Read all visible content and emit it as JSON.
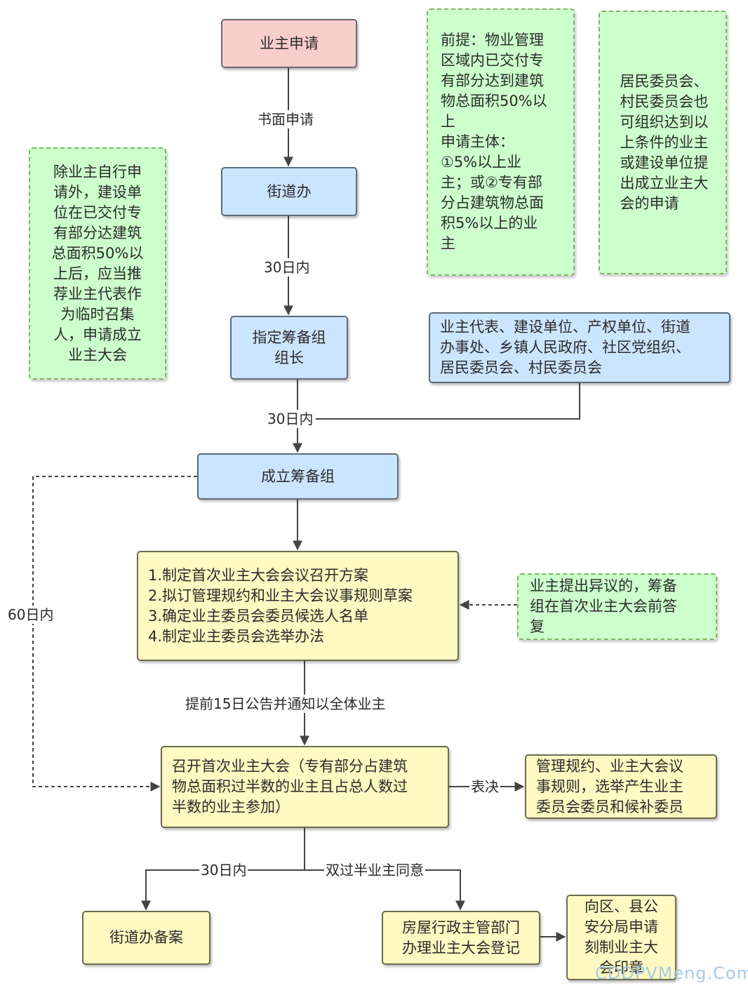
{
  "nodes": {
    "owner_apply": "业主申请",
    "street_office": "街道办",
    "designate_leader": "指定筹备组\n组长",
    "form_group": "成立筹备组",
    "tasks": "1.制定首次业主大会会议召开方案\n2.拟订管理规约和业主大会议事规则草案\n3.确定业主委员会委员候选人名单\n4.制定业主委员会选举办法",
    "first_meeting": "召开首次业主大会（专有部分占建筑\n物总面积过半数的业主且占总人数过\n半数的业主参加）",
    "vote_result": "管理规约、业主大会议\n事规则，选举产生业主\n委员会委员和候补委员",
    "street_record": "街道办备案",
    "housing_register": "房屋行政主管部门\n办理业主大会登记",
    "police_seal": "向区、县公\n安分局申请\n刻制业主大\n会印章",
    "members": "业主代表、建设单位、产权单位、街道\n办事处、乡镇人民政府、社区党组织、\n居民委员会、村民委员会"
  },
  "notes": {
    "developer_note": "除业主自行申\n请外，建设单\n位在已交付专\n有部分达建筑\n总面积50%以\n上后，应当推\n荐业主代表作\n为临时召集\n人，申请成立\n业主大会",
    "premise_note": "前提：物业管理\n区域内已交付专\n有部分达到建筑\n物总面积50%以\n上\n申请主体：\n①5%以上业\n主；或②专有部\n分占建筑物总面\n积5%以上的业\n主",
    "committee_note": "居民委员会、\n村民委员会也\n可组织达到以\n上条件的业主\n或建设单位提\n出成立业主大\n会的申请",
    "objection_note": "业主提出异议的，筹备\n组在首次业主大会前答\n复"
  },
  "labels": {
    "written_apply": "书面申请",
    "within_30_a": "30日内",
    "within_30_b": "30日内",
    "within_60": "60日内",
    "notice_15": "提前15日公告并通知以全体业主",
    "vote": "表决",
    "within_30_c": "30日内",
    "double_majority": "双过半业主同意"
  },
  "watermark": "CDDPVMeng.Com",
  "colors": {
    "pink": "#f8cecc",
    "blue": "#cce5ff",
    "yellow": "#fff9c2",
    "green": "#ccffcc",
    "line": "#444444"
  }
}
